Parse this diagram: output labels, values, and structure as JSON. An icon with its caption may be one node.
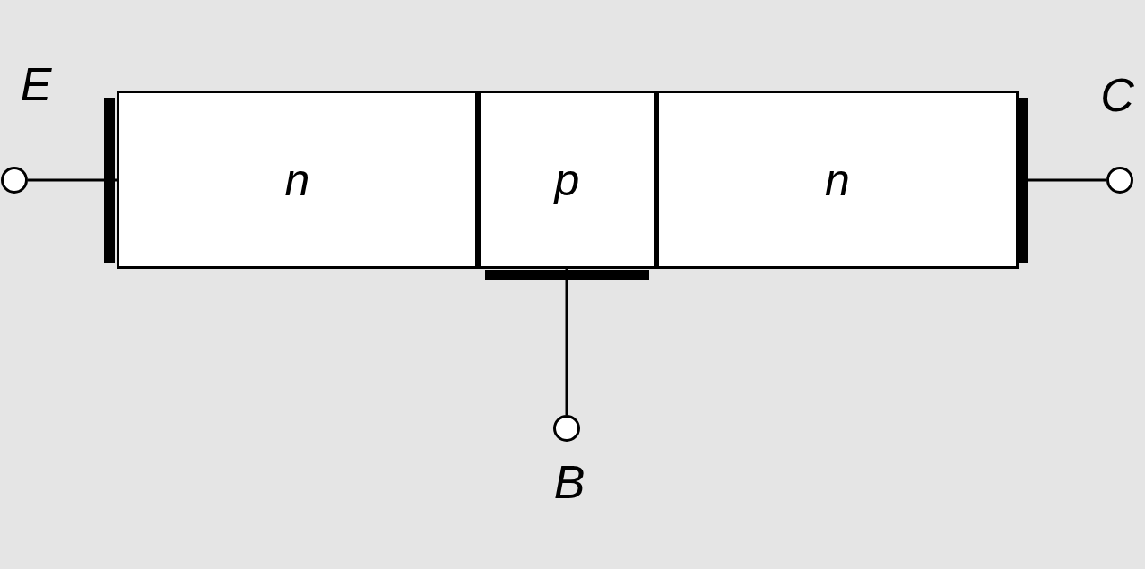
{
  "diagram": {
    "nodes": [
      {
        "text": [
          "n"
        ]
      },
      {
        "text": [
          "p"
        ]
      },
      {
        "text": [
          "n"
        ]
      },
      {
        "text": [],
        "shape": "circle",
        "beside": [
          "E"
        ]
      },
      {
        "text": [],
        "shape": "circle",
        "beside": [
          "C"
        ]
      },
      {
        "text": [],
        "shape": "circle",
        "beside": [
          "B"
        ]
      }
    ],
    "edges": [
      {
        "from": 3,
        "to": 0,
        "arrow": "none"
      },
      {
        "from": 4,
        "to": 2,
        "arrow": "none"
      },
      {
        "from": 5,
        "to": 1,
        "arrow": "none"
      }
    ]
  }
}
